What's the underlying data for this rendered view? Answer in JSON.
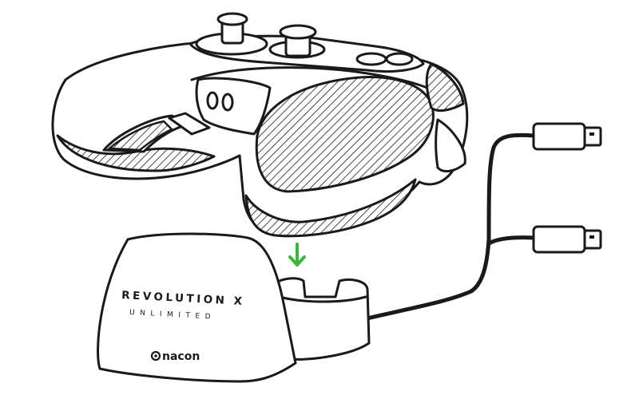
{
  "base": {
    "brand_line1": "REVOLUTION X",
    "brand_line2": "UNLIMITED",
    "maker": "nacon"
  },
  "colors": {
    "arrow": "#3db33a",
    "outline": "#1a1a1a",
    "background": "#ffffff"
  },
  "icons": [
    "down-arrow-icon",
    "usb-plug-icon",
    "nacon-logo-icon"
  ]
}
